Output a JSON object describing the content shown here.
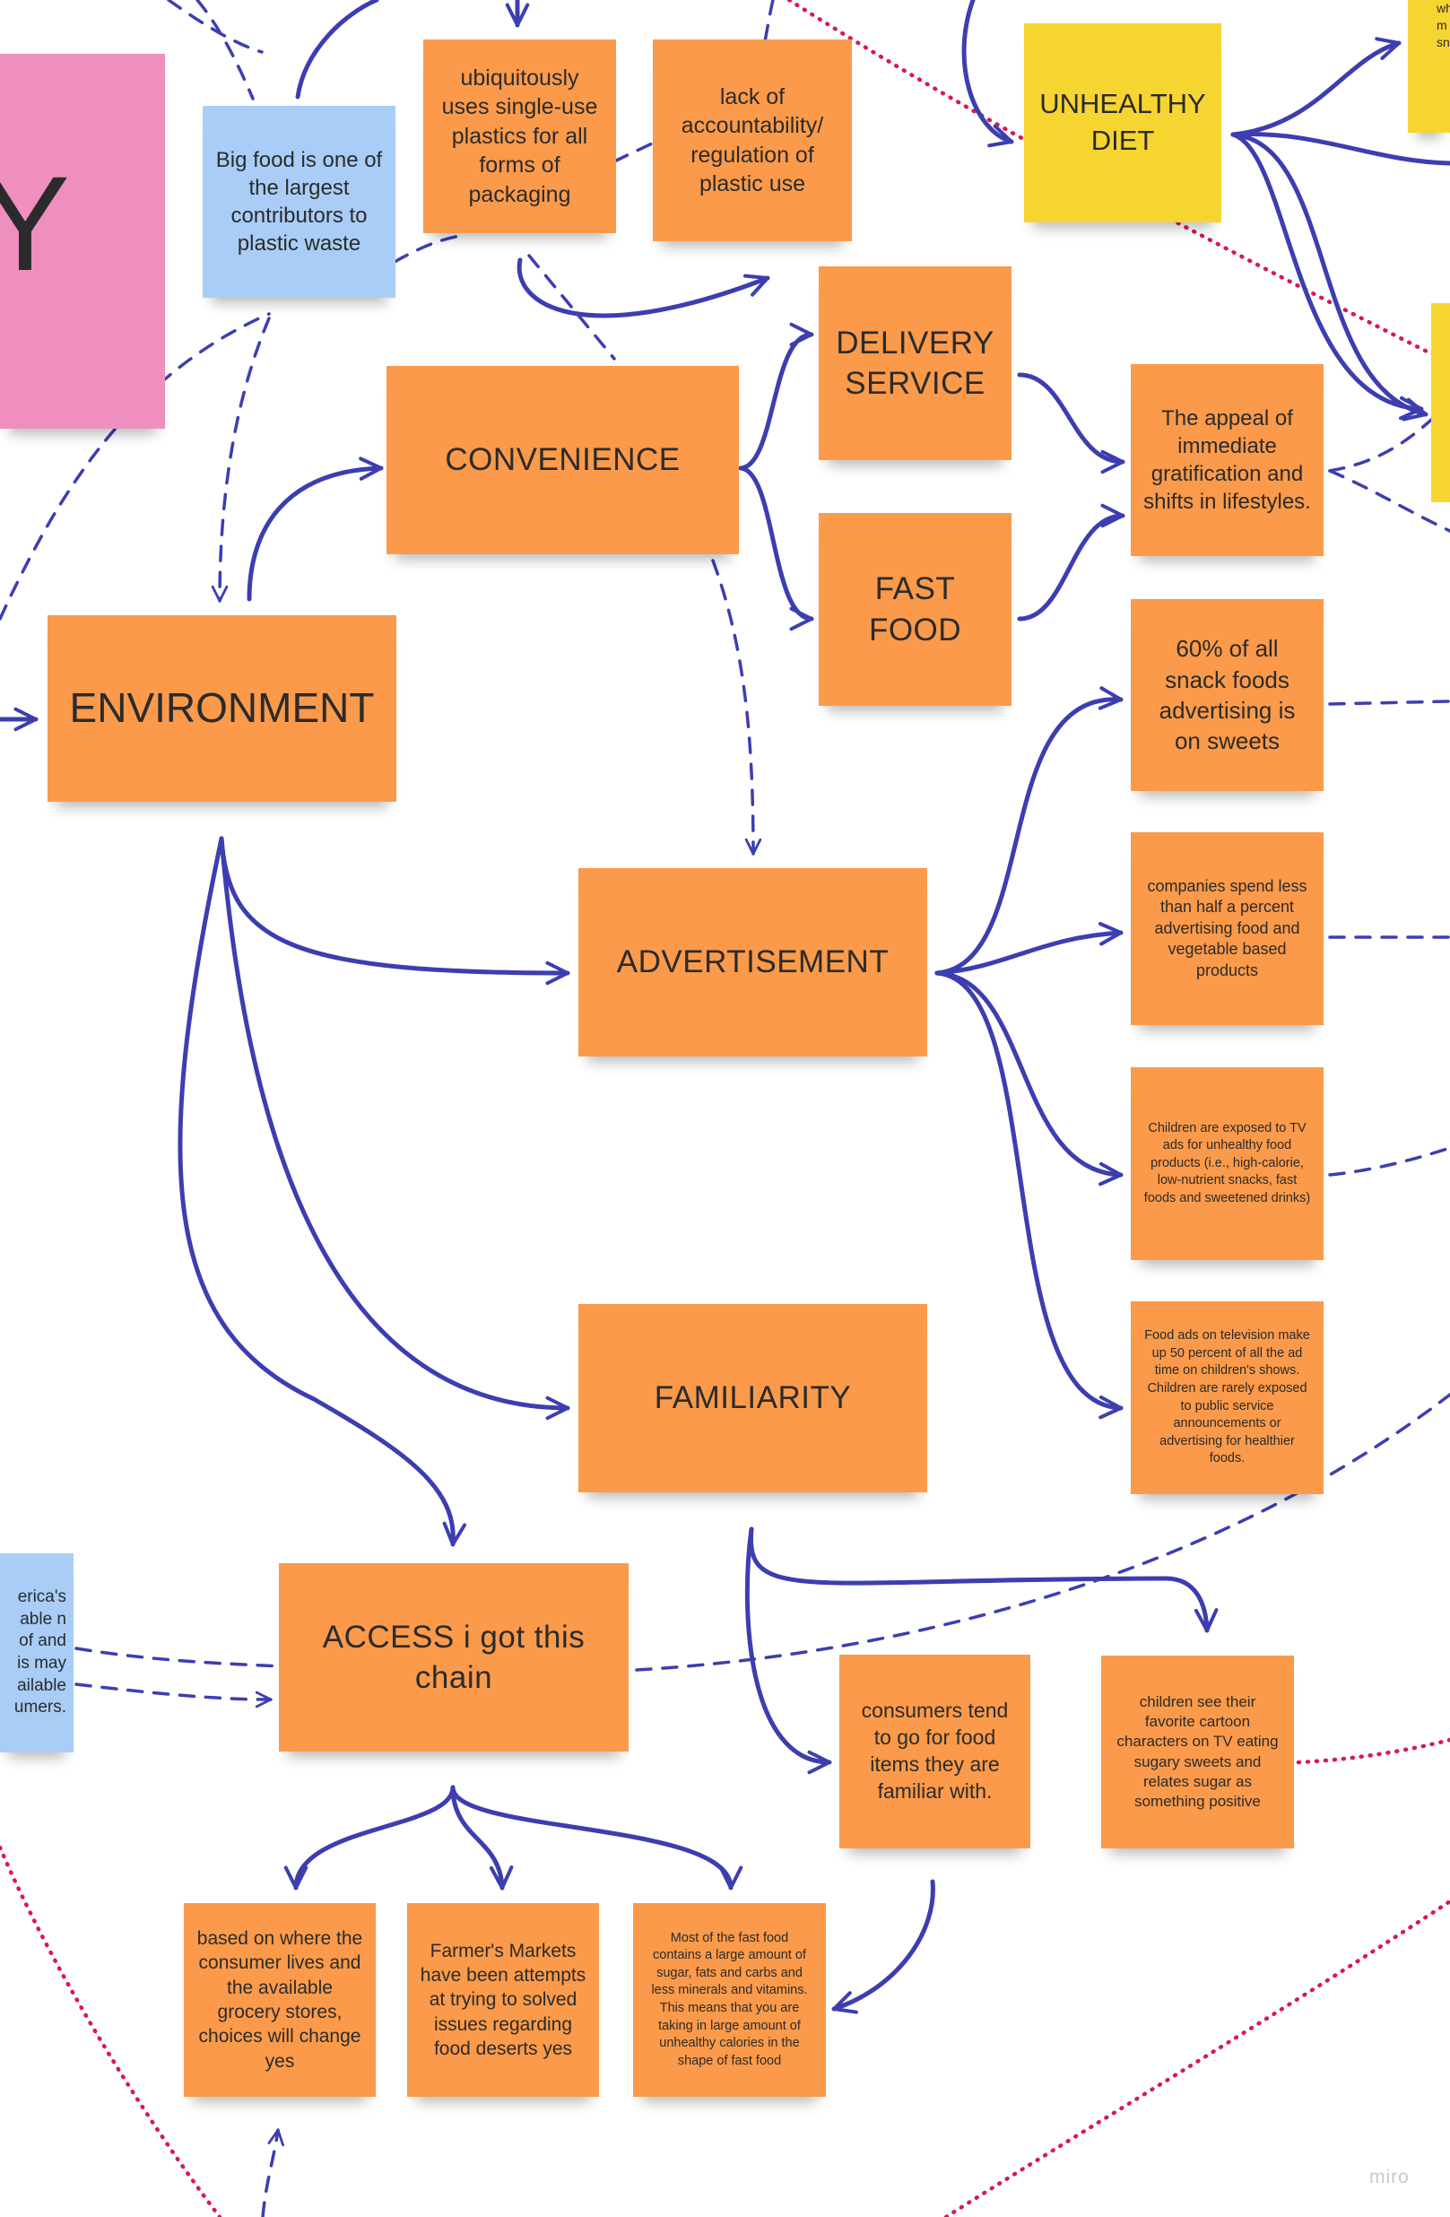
{
  "watermark": "miro",
  "notes": {
    "title_fragment": "Y",
    "big_food": "Big food is one of the largest contributors to plastic waste",
    "single_use": "ubiquitously uses single-use plastics for all forms of packaging",
    "accountability": "lack of accountability/ regulation of plastic use",
    "unhealthy_diet": "UNHEALTHY DIET",
    "top_right_fragment": "whic m sna",
    "convenience": "CONVENIENCE",
    "delivery": "DELIVERY SERVICE",
    "fast_food": "FAST FOOD",
    "gratification": "The appeal of immediate gratification and shifts in lifestyles.",
    "environment": "ENVIRONMENT",
    "snack_ads": "60% of all snack foods advertising is on sweets",
    "advertisement": "ADVERTISEMENT",
    "veg_ads": "companies spend less than half a percent advertising food and vegetable based products",
    "children_tv": "Children are exposed to TV ads for unhealthy food products (i.e., high-calorie, low-nutrient snacks, fast foods and sweetened drinks)",
    "food_ads_tv": "Food ads on television make up 50 percent of all the ad time on children's shows. Children are rarely exposed to public service announcements or advertising for healthier foods.",
    "familiarity": "FAMILIARITY",
    "left_fragment": "erica's able n of and is may ailable umers.",
    "access": "ACCESS i got this chain",
    "familiar_items": "consumers tend to go for food items they are familiar with.",
    "cartoon": "children see their favorite cartoon characters on TV eating sugary sweets and relates sugar as something positive",
    "grocery": "based on where the consumer lives and the available grocery stores, choices will change yes",
    "farmers": "Farmer's Markets have been attempts at trying to solved issues regarding food deserts yes",
    "fast_food_nutrition": "Most of the fast food contains a large amount of sugar, fats and carbs and less minerals and vitamins. This means that you are taking in large amount of unhealthy calories in the shape of fast food"
  },
  "colors": {
    "orange_note": "#fa9a4a",
    "yellow_note": "#f6d531",
    "blue_note": "#a9cdf6",
    "pink_note": "#ee8fc0",
    "connector_blue": "#3c3eb0",
    "dotted_red": "#d8175a"
  }
}
